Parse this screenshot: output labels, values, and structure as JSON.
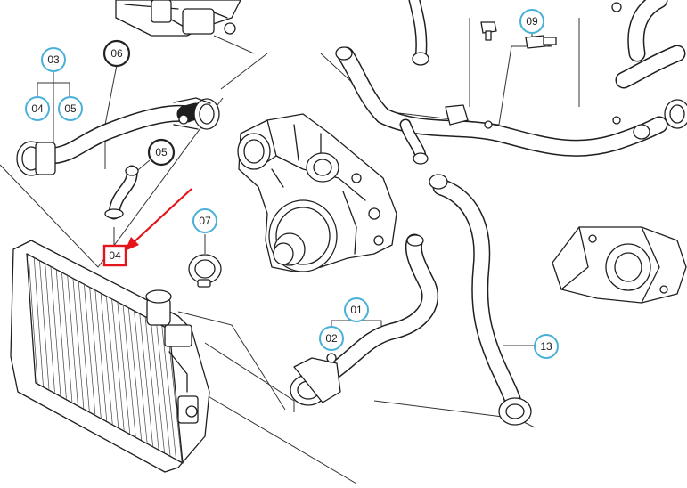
{
  "callouts": [
    {
      "id": "c03",
      "label": "03",
      "style": "ring"
    },
    {
      "id": "c04a",
      "label": "04",
      "style": "ring"
    },
    {
      "id": "c05a",
      "label": "05",
      "style": "ring"
    },
    {
      "id": "c06",
      "label": "06",
      "style": "dark"
    },
    {
      "id": "c05b",
      "label": "05",
      "style": "ring"
    },
    {
      "id": "c07",
      "label": "07",
      "style": "ring"
    },
    {
      "id": "c09",
      "label": "09",
      "style": "ring"
    },
    {
      "id": "c01",
      "label": "01",
      "style": "ring"
    },
    {
      "id": "c02",
      "label": "02",
      "style": "ring"
    },
    {
      "id": "c13",
      "label": "13",
      "style": "ring"
    }
  ],
  "highlight": {
    "label": "04",
    "color": "#e3151a"
  },
  "colors": {
    "callout_ring": "#49b0d8",
    "line": "#1f1f1f",
    "highlight": "#e3151a"
  }
}
